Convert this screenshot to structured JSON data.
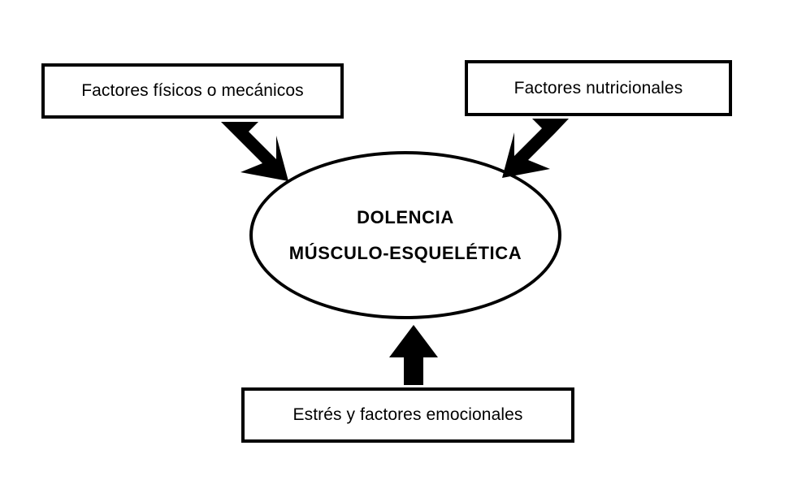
{
  "diagram": {
    "title_hidden": "",
    "background_color": "#ffffff",
    "line_color": "#000000",
    "nodes": {
      "physical": {
        "label": "Factores físicos o mecánicos",
        "shape": "rectangle"
      },
      "nutritional": {
        "label": "Factores nutricionales",
        "shape": "rectangle"
      },
      "stress": {
        "label": "Estrés y factores emocionales",
        "shape": "rectangle"
      },
      "core": {
        "line_1": "DOLENCIA",
        "line_2": "MÚSCULO-ESQUELÉTICA",
        "shape": "ellipse"
      }
    },
    "arrows": [
      {
        "name": "arrow-physical-to-core",
        "from": "physical",
        "to": "core",
        "direction": "down-right"
      },
      {
        "name": "arrow-nutritional-to-core",
        "from": "nutritional",
        "to": "core",
        "direction": "down-left"
      },
      {
        "name": "arrow-stress-to-core",
        "from": "stress",
        "to": "core",
        "direction": "up"
      }
    ]
  }
}
